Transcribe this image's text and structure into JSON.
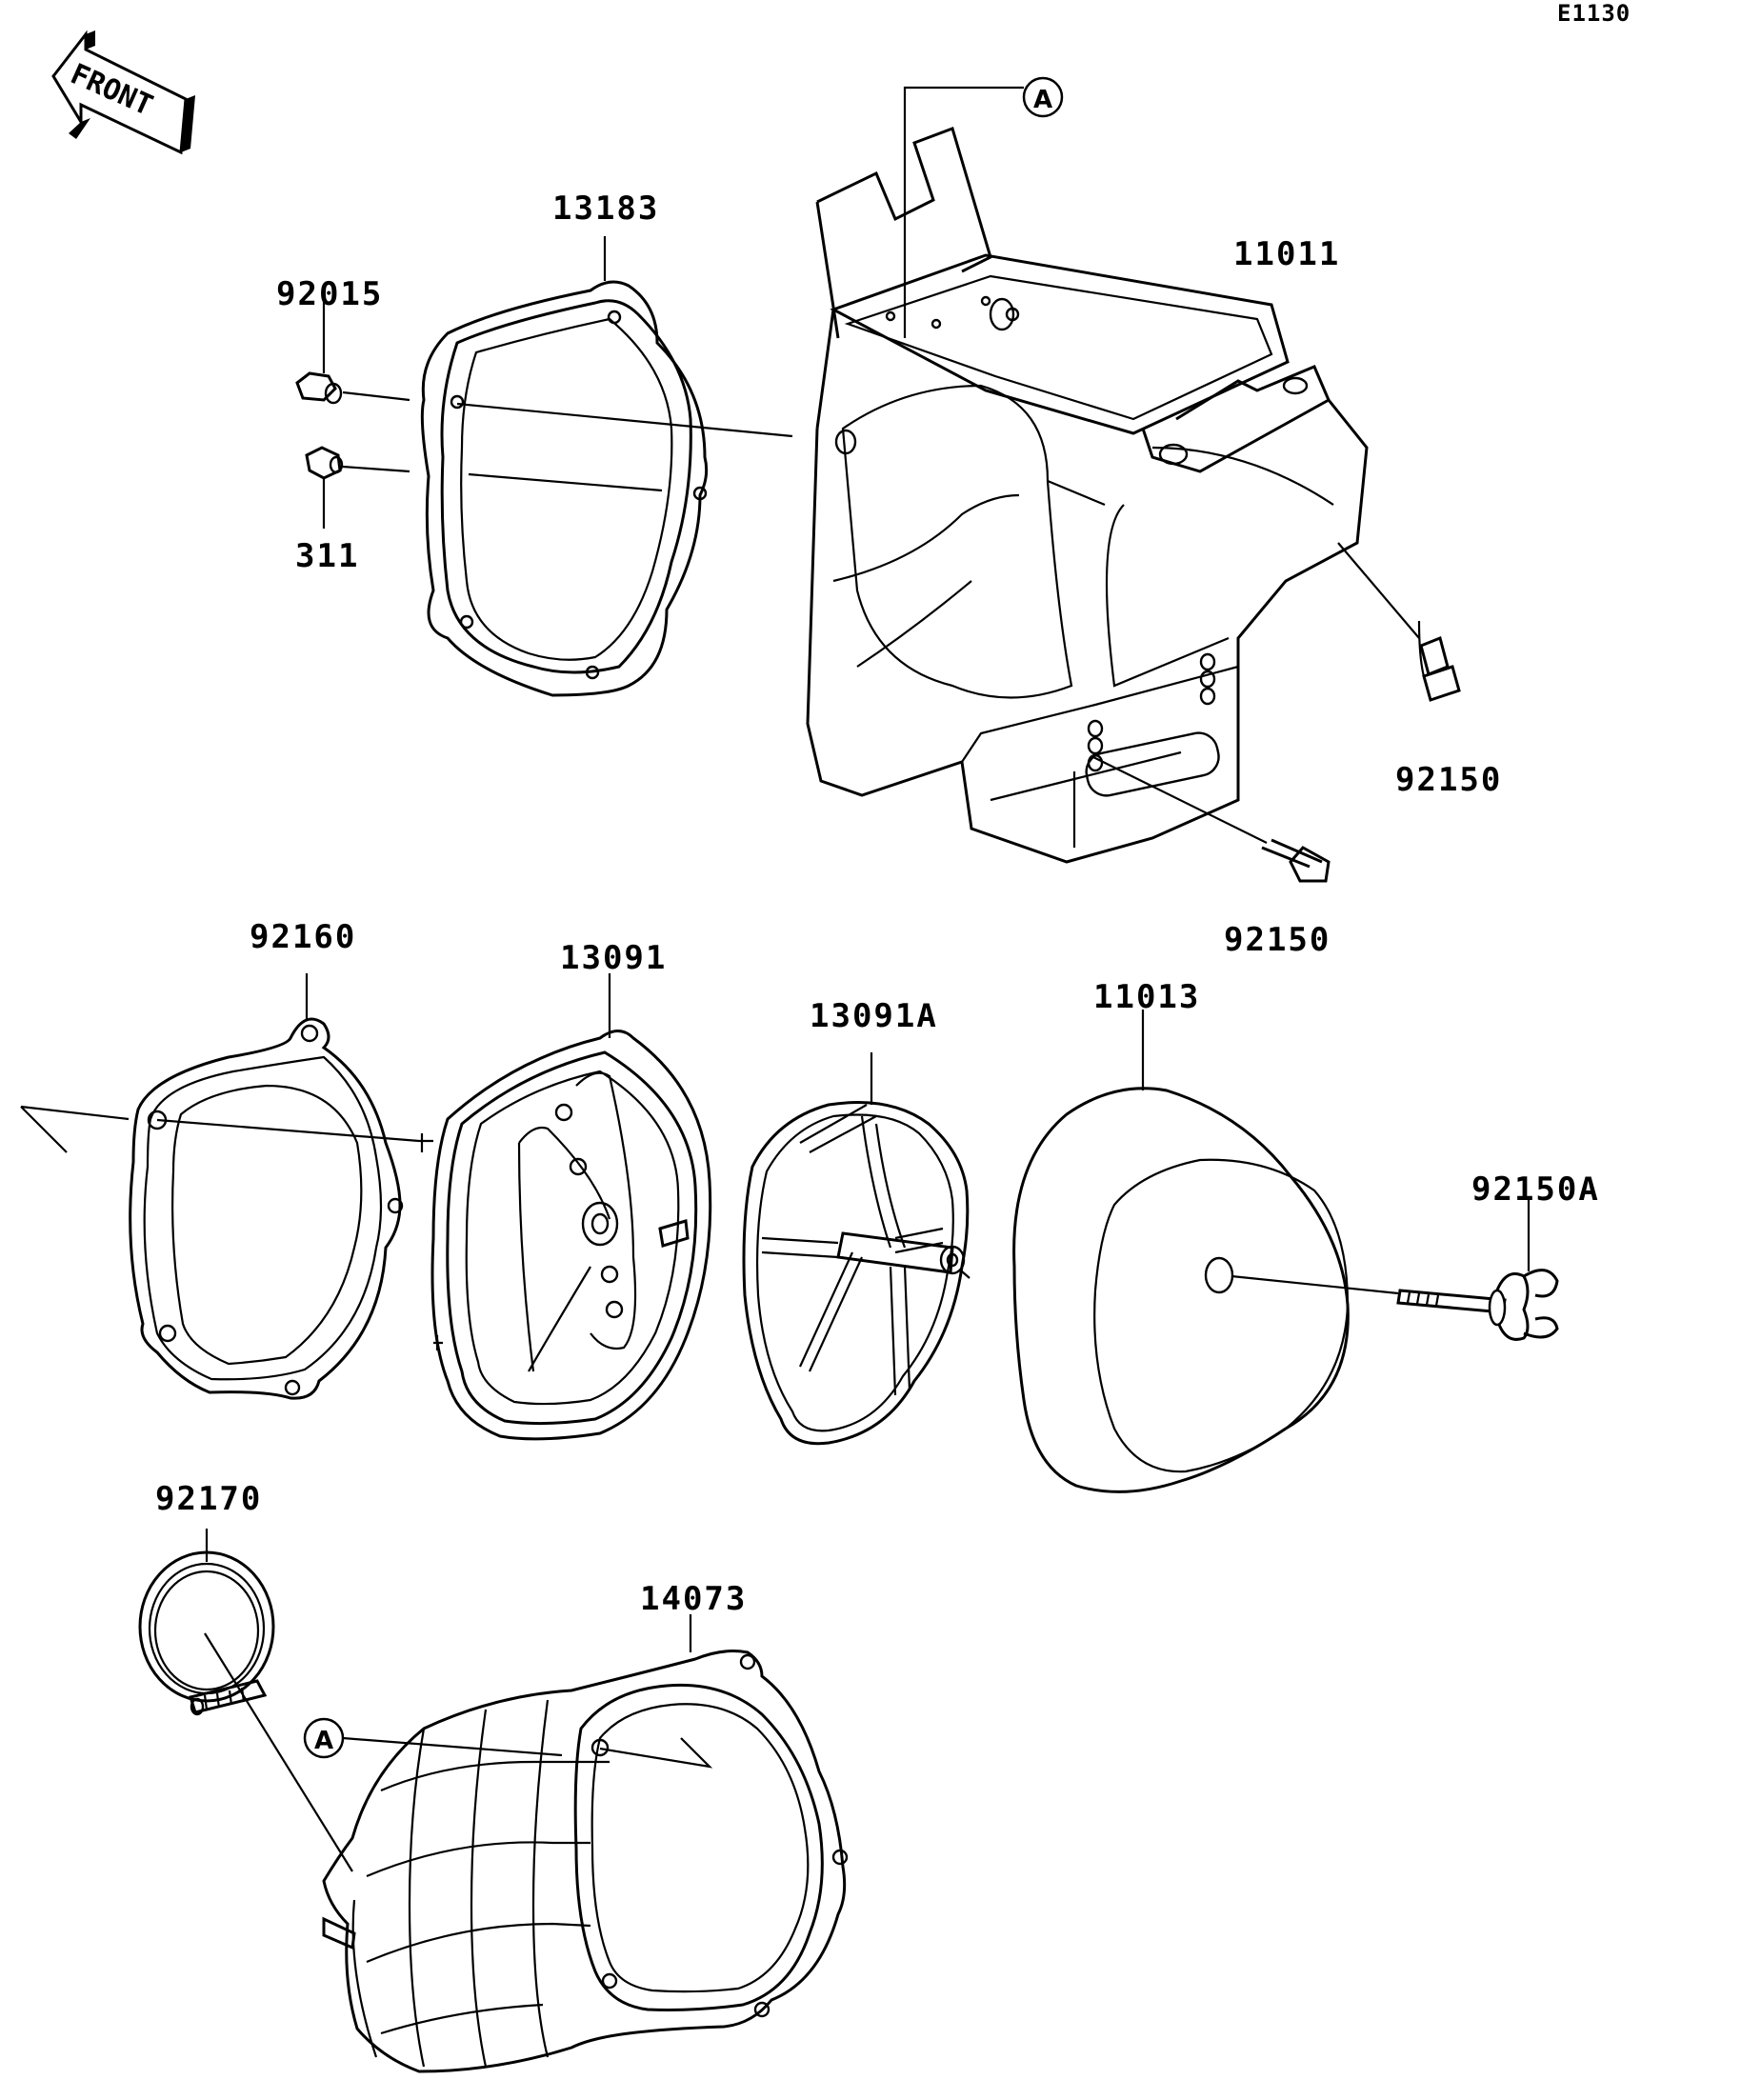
{
  "drawing_code": "E1130",
  "front_label": "FRONT",
  "ref_marker": "A",
  "parts": {
    "p13183": "13183",
    "p92015": "92015",
    "p311": "311",
    "p11011": "11011",
    "p92150_top": "92150",
    "p92150_mid": "92150",
    "p92160": "92160",
    "p13091": "13091",
    "p13091A": "13091A",
    "p11013": "11013",
    "p92150A": "92150A",
    "p92170": "92170",
    "p14073": "14073"
  }
}
